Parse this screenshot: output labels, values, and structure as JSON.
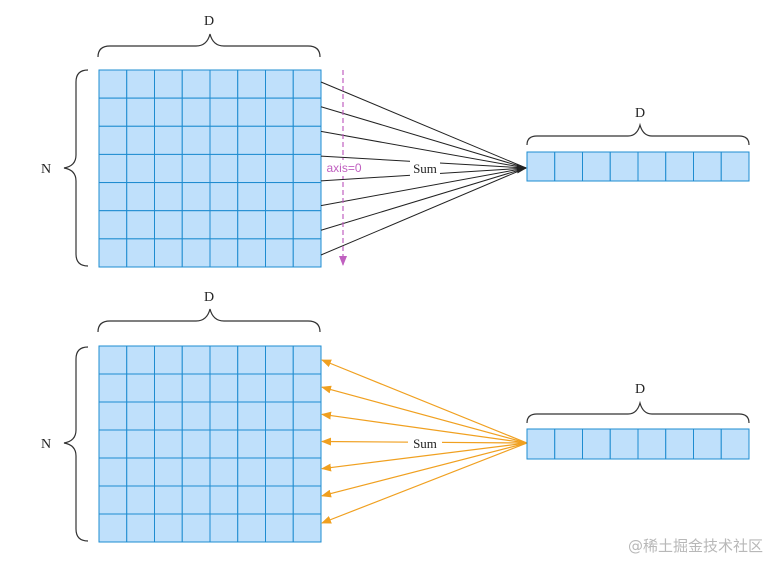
{
  "colors": {
    "cell_fill": "#bfe0fb",
    "cell_stroke": "#1e8cd0",
    "reduce_lines": "#222222",
    "broadcast_arrows": "#f0a020",
    "axis_marker": "#c060c0",
    "watermark": "#b8b8b8"
  },
  "top_panel": {
    "matrix": {
      "rows": 7,
      "cols": 8,
      "width_label": "D",
      "height_label": "N"
    },
    "axis_label": "axis=0",
    "operation_label": "Sum",
    "result": {
      "cols": 8,
      "width_label": "D"
    },
    "arrow_direction": "matrix-to-vector"
  },
  "bottom_panel": {
    "matrix": {
      "rows": 7,
      "cols": 8,
      "width_label": "D",
      "height_label": "N"
    },
    "operation_label": "Sum",
    "result": {
      "cols": 8,
      "width_label": "D"
    },
    "arrow_direction": "vector-to-matrix"
  },
  "watermark": "@稀土掘金技术社区"
}
